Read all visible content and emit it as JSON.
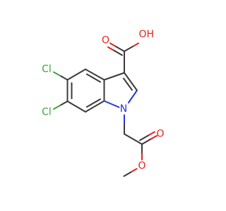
{
  "molecule": {
    "atoms": {
      "oxygen_carbonyl_acid": "O",
      "oxygen_hydroxyl": "OH",
      "chlorine_5": "Cl",
      "chlorine_6": "Cl",
      "nitrogen": "N",
      "oxygen_carbonyl_ester": "O",
      "oxygen_ester": "O"
    },
    "colors": {
      "carbon_bond": "#3a3a3a",
      "oxygen": "#e8211a",
      "nitrogen": "#2b35d9",
      "chlorine": "#3aa63a"
    }
  }
}
